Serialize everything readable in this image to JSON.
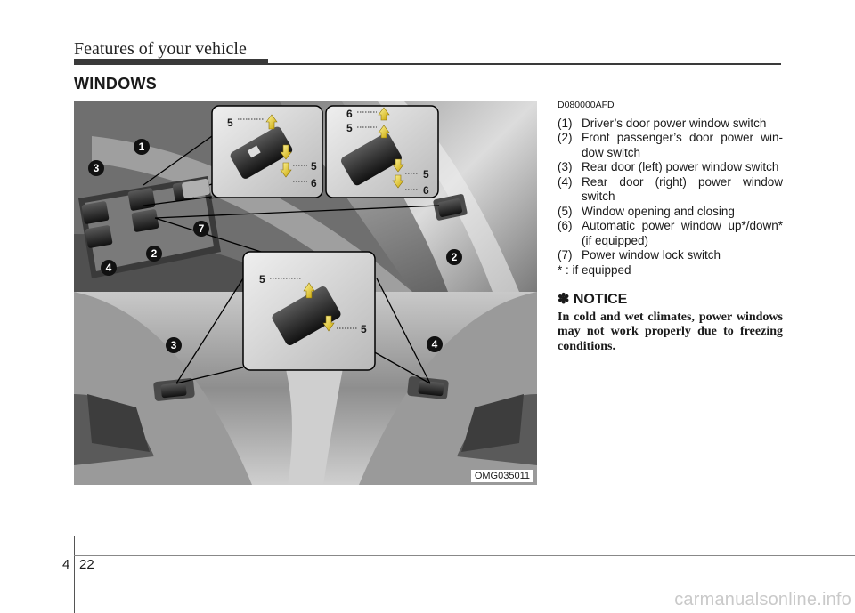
{
  "header": {
    "title": "Features of your vehicle"
  },
  "section": {
    "heading": "WINDOWS"
  },
  "figure": {
    "caption": "OMG035011",
    "callouts": [
      "1",
      "2",
      "3",
      "4",
      "7",
      "2",
      "3",
      "4"
    ],
    "insets": {
      "top_left": [
        "5",
        "5",
        "6"
      ],
      "top_right": [
        "6",
        "5",
        "5",
        "6"
      ],
      "center": [
        "5",
        "5"
      ]
    }
  },
  "content": {
    "code": "D080000AFD",
    "items": [
      {
        "num": "(1)",
        "text": "Driver’s door power window switch"
      },
      {
        "num": "(2)",
        "text": "Front passenger’s door power win-dow switch"
      },
      {
        "num": "(3)",
        "text": "Rear door (left) power window switch"
      },
      {
        "num": "(4)",
        "text": "Rear door (right) power window switch"
      },
      {
        "num": "(5)",
        "text": "Window opening and closing"
      },
      {
        "num": "(6)",
        "text": "Automatic power window up*/down* (if equipped)"
      },
      {
        "num": "(7)",
        "text": "Power window lock switch"
      }
    ],
    "footnote": "* : if equipped",
    "notice": {
      "heading": "✽ NOTICE",
      "body": "In cold and wet climates, power windows may not work properly due to freezing conditions."
    }
  },
  "footer": {
    "chapter": "4",
    "page": "22"
  },
  "watermark": "carmanualsonline.info"
}
